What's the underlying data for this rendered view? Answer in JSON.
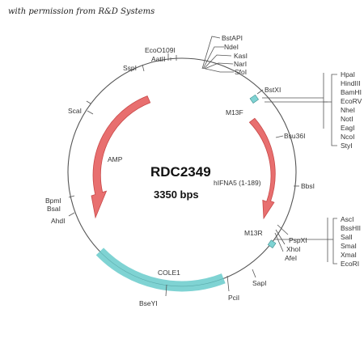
{
  "credit": "with permission from R&D Systems",
  "plasmid": {
    "name": "RDC2349",
    "size": "3350 bps",
    "insert": "hIFNA5 (1-189)"
  },
  "features": {
    "amp": "AMP",
    "cole1": "COLE1",
    "m13f": "M13F",
    "m13r": "M13R"
  },
  "sites": {
    "bstapi": "BstAPI",
    "ndei": "NdeI",
    "kasi": "KasI",
    "nari": "NarI",
    "sfoi": "SfoI",
    "ecoo109i": "EcoO109I",
    "aatii": "AatII",
    "sspi": "SspI",
    "scai": "ScaI",
    "bpmi": "BpmI",
    "bsai": "BsaI",
    "ahdi": "AhdI",
    "bseyi": "BseYI",
    "pcii": "PciI",
    "sapi": "SapI",
    "bbsi": "BbsI",
    "bsu36i": "Bsu36I",
    "bstxi": "BstXI",
    "pspxi": "PspXI",
    "xhoi": "XhoI",
    "afei": "AfeI"
  },
  "mcs1": [
    "HpaI",
    "HindIII",
    "BamHI",
    "EcoRV",
    "NheI",
    "NotI",
    "EagI",
    "NcoI",
    "StyI"
  ],
  "mcs2": [
    "AscI",
    "BssHII",
    "SalI",
    "SmaI",
    "XmaI",
    "EcoRI"
  ],
  "colors": {
    "arrow_fill": "#e86f6f",
    "arrow_stroke": "#c84848",
    "cole1": "#7fd3d3",
    "circle": "#555555"
  }
}
